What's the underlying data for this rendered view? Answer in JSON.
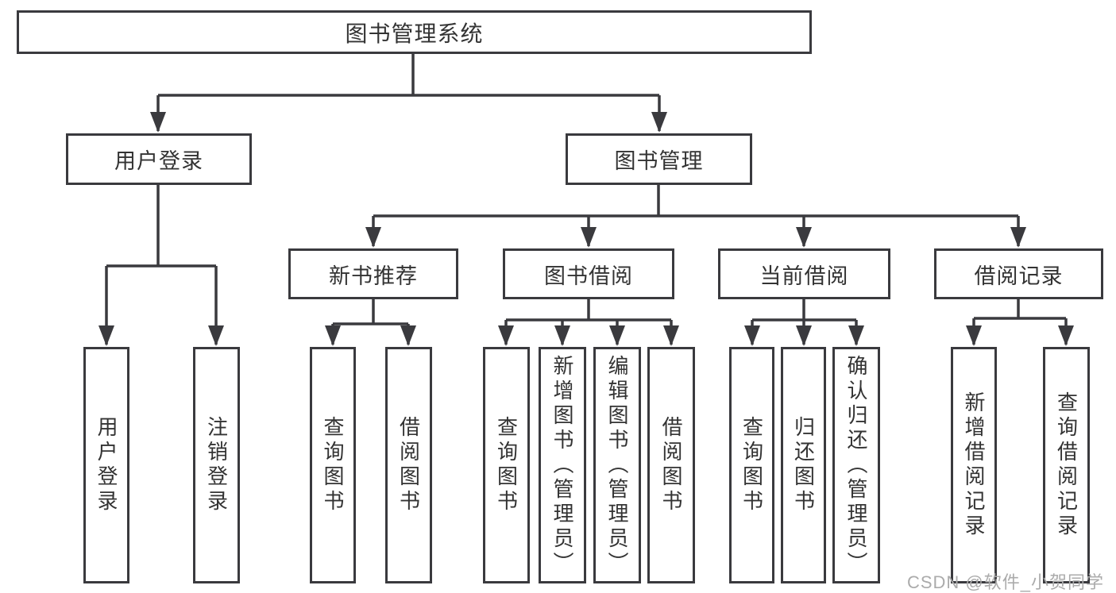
{
  "diagram": {
    "root": {
      "label": "图书管理系统"
    },
    "branches": [
      {
        "label": "用户登录",
        "children": [
          {
            "label": "用户登录"
          },
          {
            "label": "注销登录"
          }
        ]
      },
      {
        "label": "图书管理",
        "children": [
          {
            "label": "新书推荐",
            "children": [
              {
                "label": "查询图书"
              },
              {
                "label": "借阅图书"
              }
            ]
          },
          {
            "label": "图书借阅",
            "children": [
              {
                "label": "查询图书"
              },
              {
                "label": "新增图书（管理员）"
              },
              {
                "label": "编辑图书（管理员）"
              },
              {
                "label": "借阅图书"
              }
            ]
          },
          {
            "label": "当前借阅",
            "children": [
              {
                "label": "查询图书"
              },
              {
                "label": "归还图书"
              },
              {
                "label": "确认归还（管理员）"
              }
            ]
          },
          {
            "label": "借阅记录",
            "children": [
              {
                "label": "新增借阅记录"
              },
              {
                "label": "查询借阅记录"
              }
            ]
          }
        ]
      }
    ]
  },
  "watermark": {
    "text": "CSDN @软件_小贺同学"
  },
  "colors": {
    "line": "#3a3a3e",
    "text": "#333333",
    "box_fill": "#ffffff",
    "watermark": "#ababab",
    "background": "#ffffff"
  }
}
